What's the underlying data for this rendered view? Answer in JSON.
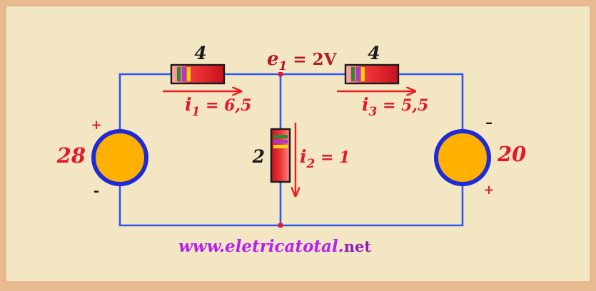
{
  "circuit": {
    "source_left_value": "28",
    "source_left_plus": "+",
    "source_left_minus": "-",
    "source_right_value": "20",
    "source_right_plus": "+",
    "source_right_minus": "–",
    "resistor_left_value": "4",
    "resistor_right_value": "4",
    "resistor_middle_value": "2",
    "node_voltage_label": "e",
    "node_voltage_sub": "1",
    "node_voltage_value": " = 2V",
    "current_1_label": "i",
    "current_1_sub": "1",
    "current_1_value": " = 6,5",
    "current_2_label": "i",
    "current_2_sub": "2",
    "current_2_value": " = 1",
    "current_3_label": "i",
    "current_3_sub": "3",
    "current_3_value": " = 5,5"
  },
  "footer": {
    "site_prefix": "www.eletricatotal.",
    "site_suffix": "net"
  },
  "colors": {
    "background": "#f3e6c3",
    "frame": "#e9b98f",
    "wire": "#2f55f5",
    "source_fill": "#ffb000",
    "source_ring": "#1d2ad6",
    "arrow_red": "#f01a1a",
    "label_red": "#e5182b",
    "dark_red": "#b3182a",
    "site_purple": "#b822ee",
    "site_purple_dark": "#8a20b8"
  }
}
